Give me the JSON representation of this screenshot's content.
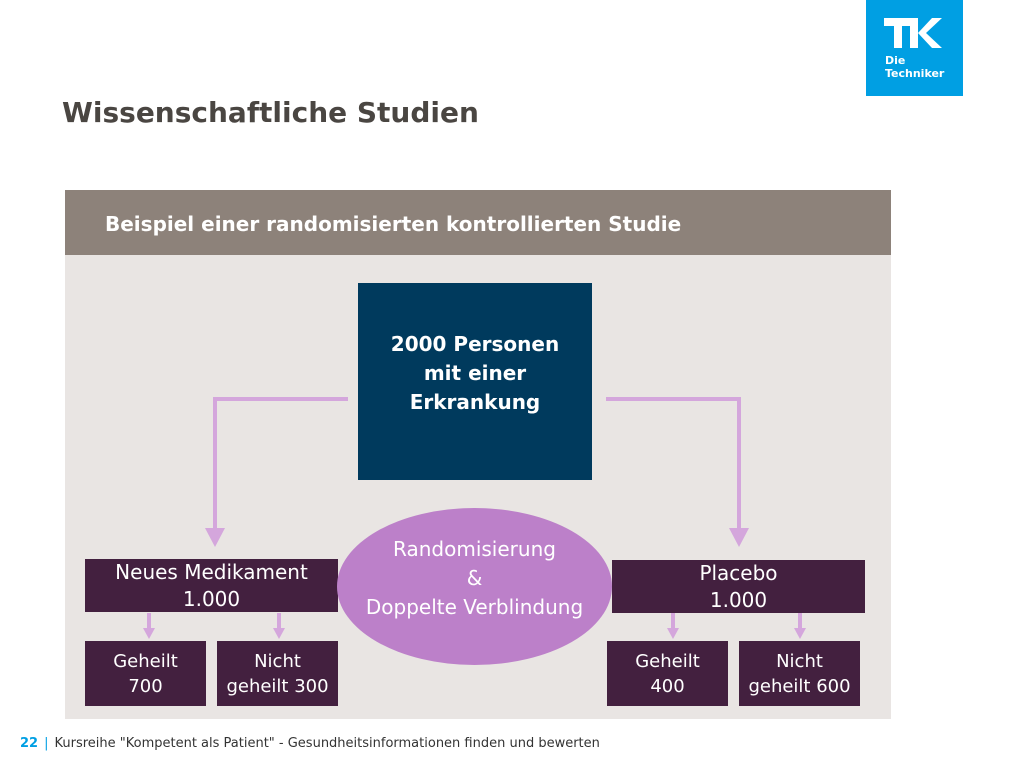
{
  "slide": {
    "title": "Wissenschaftliche Studien",
    "logo_text": "Die\nTechniker",
    "logo_name": "tk-logo"
  },
  "diagram": {
    "header": "Beispiel einer randomisierten kontrollierten Studie",
    "population": "2000 Personen\nmit einer\nErkrankung",
    "randomization": "Randomisierung\n&\nDoppelte Verblindung",
    "groups": [
      {
        "label": "Neues Medikament\n1.000",
        "outcomes": [
          "Geheilt\n700",
          "Nicht\ngeheilt 300"
        ]
      },
      {
        "label": "Placebo\n1.000",
        "outcomes": [
          "Geheilt\n400",
          "Nicht\ngeheilt 600"
        ]
      }
    ],
    "colors": {
      "header_bg": "#8d827a",
      "panel_bg": "#e9e5e3",
      "population_bg": "#003a5d",
      "ellipse": "#bc80c9",
      "group_bg": "#43203f",
      "arrow": "#d4a6dc"
    }
  },
  "footer": {
    "page_number": "22",
    "separator": "|",
    "text": "Kursreihe \"Kompetent als Patient\" - Gesundheitsinformationen finden und bewerten"
  }
}
